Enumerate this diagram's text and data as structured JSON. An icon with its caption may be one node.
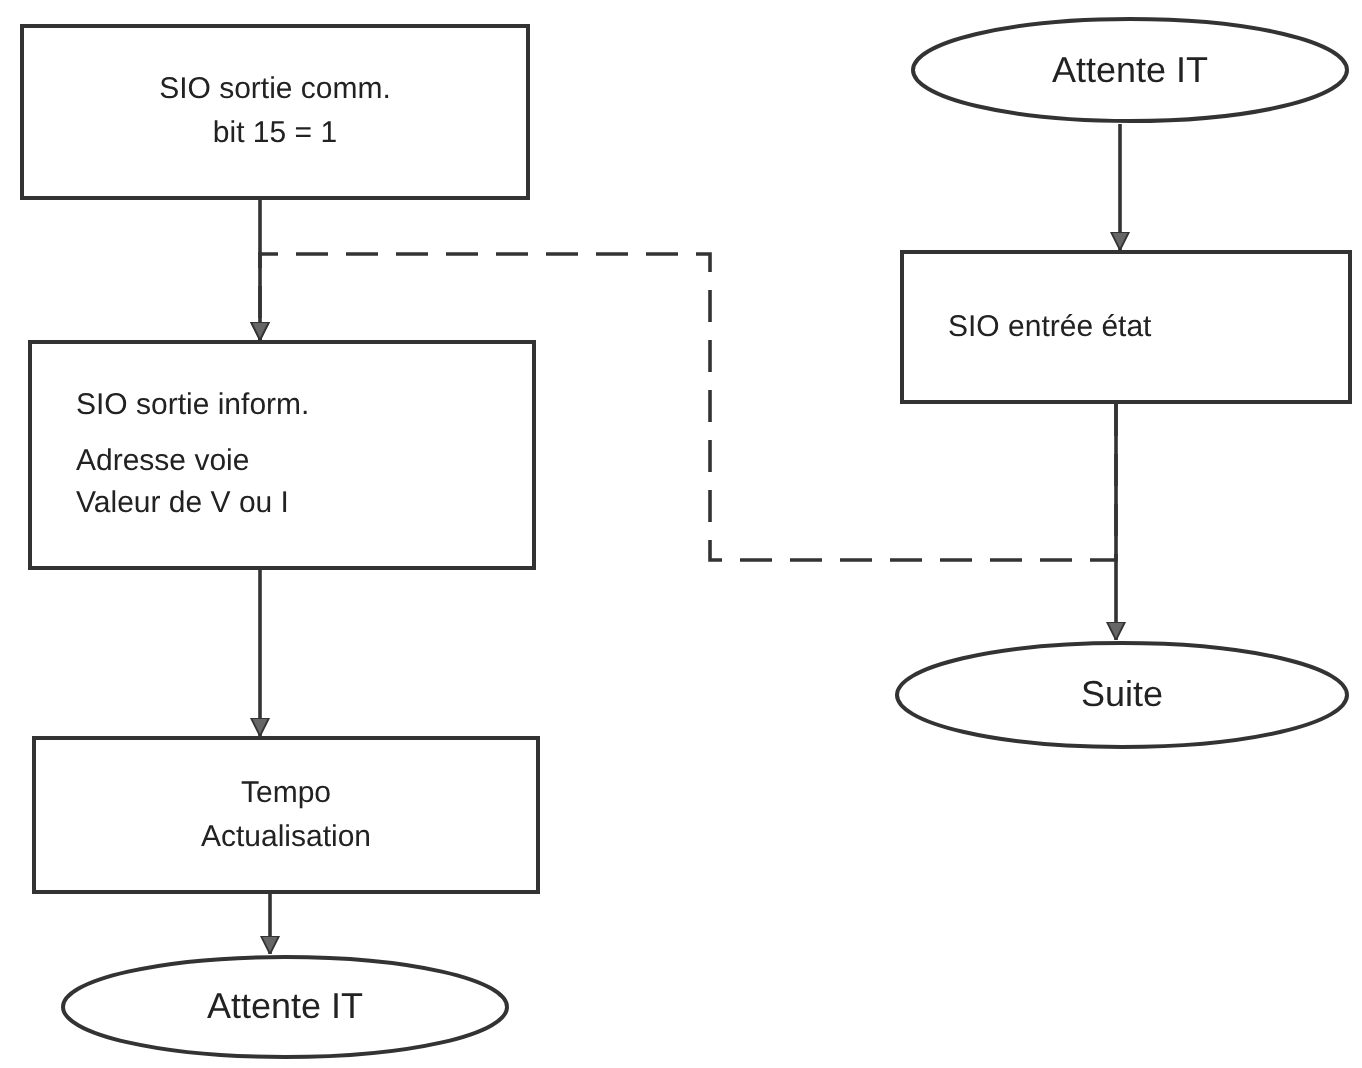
{
  "diagram": {
    "nodes": [
      {
        "text": [
          "SIO sortie comm. bit 15 = 1"
        ]
      },
      {
        "text": [
          "SIO sortie inform.",
          "Adresse voie",
          "Valeur de V ou I"
        ]
      },
      {
        "text": [
          "Tempo Actualisation"
        ]
      },
      {
        "text": [
          "Attente IT"
        ]
      },
      {
        "text": [
          "Attente IT"
        ]
      },
      {
        "text": [
          "SIO entrée état"
        ]
      },
      {
        "text": [
          "Suite"
        ]
      }
    ],
    "edges": [
      {
        "from": 0,
        "to": 1,
        "arrow": "to"
      },
      {
        "from": 1,
        "to": 2,
        "arrow": "to"
      },
      {
        "from": 2,
        "to": 3,
        "arrow": "to"
      },
      {
        "from": 4,
        "to": 5,
        "arrow": "to"
      },
      {
        "from": 5,
        "to": 6,
        "arrow": "to"
      },
      {
        "from": 5,
        "to": 1,
        "arrow": "to",
        "style": "dashed"
      }
    ]
  }
}
